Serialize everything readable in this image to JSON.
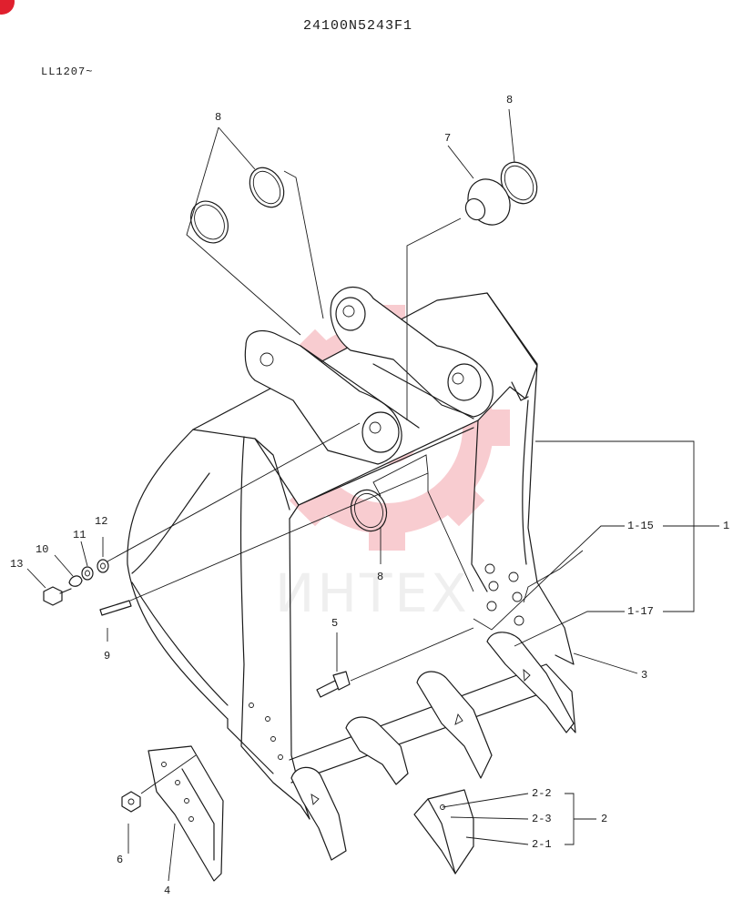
{
  "header": {
    "part_number": "24100N5243F1",
    "serial_range": "LL1207~"
  },
  "watermark": {
    "text": "ИНТЕХ",
    "color": "#e84d5b"
  },
  "callouts": [
    {
      "id": "c8a",
      "label": "8"
    },
    {
      "id": "c8b",
      "label": "8"
    },
    {
      "id": "c7",
      "label": "7"
    },
    {
      "id": "c8c",
      "label": "8"
    },
    {
      "id": "c12",
      "label": "12"
    },
    {
      "id": "c11",
      "label": "11"
    },
    {
      "id": "c10",
      "label": "10"
    },
    {
      "id": "c13",
      "label": "13"
    },
    {
      "id": "c9",
      "label": "9"
    },
    {
      "id": "c5",
      "label": "5"
    },
    {
      "id": "c1_15",
      "label": "1-15"
    },
    {
      "id": "c1",
      "label": "1"
    },
    {
      "id": "c1_17",
      "label": "1-17"
    },
    {
      "id": "c3",
      "label": "3"
    },
    {
      "id": "c2_2",
      "label": "2-2"
    },
    {
      "id": "c2_3",
      "label": "2-3"
    },
    {
      "id": "c2",
      "label": "2"
    },
    {
      "id": "c2_1",
      "label": "2-1"
    },
    {
      "id": "c6",
      "label": "6"
    },
    {
      "id": "c4",
      "label": "4"
    }
  ]
}
